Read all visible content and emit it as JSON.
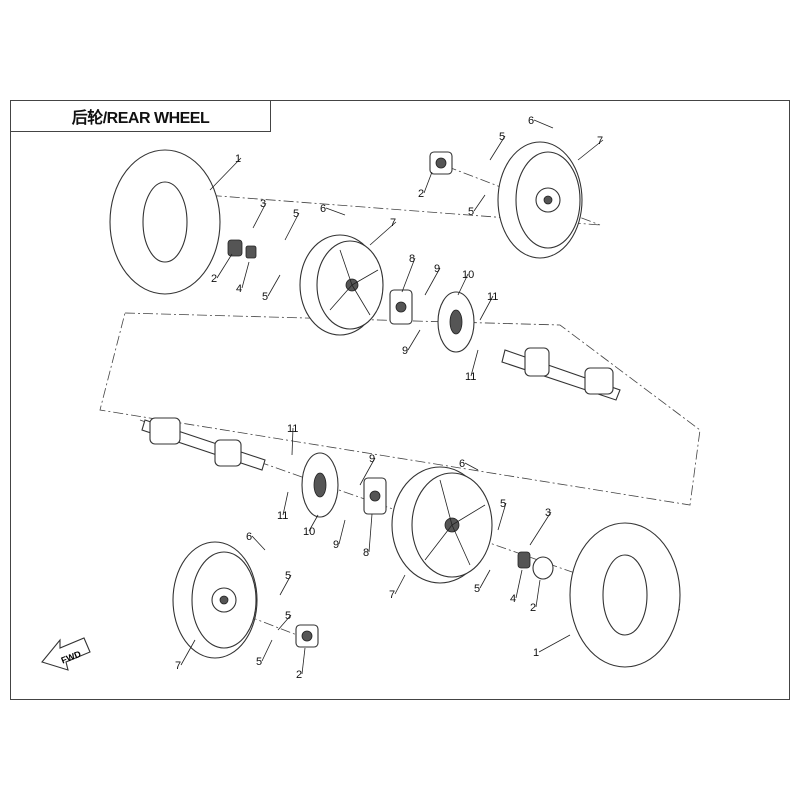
{
  "title": "后轮/REAR WHEEL",
  "fwd_label": "FWD",
  "callouts": [
    "1",
    "2",
    "3",
    "4",
    "5",
    "6",
    "7",
    "8",
    "9",
    "10",
    "11"
  ]
}
